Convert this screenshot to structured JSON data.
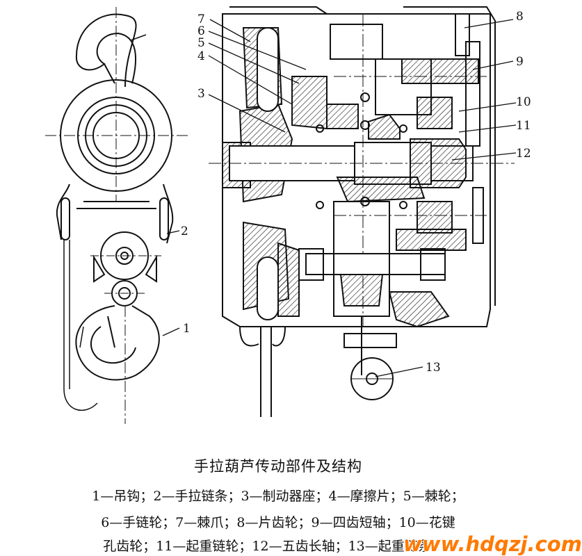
{
  "figure": {
    "title": "手拉葫芦传动部件及结构",
    "legend_lines": [
      "1—吊钩；2—手拉链条；3—制动器座；4—摩擦片；5—棘轮；",
      "6—手链轮；7—棘爪；8—片齿轮；9—四齿短轴；10—花键",
      "孔齿轮；11—起重链轮；12—五齿长轴；13—起重链条"
    ],
    "callouts": [
      "1",
      "2",
      "3",
      "4",
      "5",
      "6",
      "7",
      "8",
      "9",
      "10",
      "11",
      "12",
      "13"
    ],
    "watermark": "www.hdqzj.com",
    "colors": {
      "ink": "#111111",
      "background": "#ffffff",
      "watermark": "#ff7a00"
    }
  }
}
